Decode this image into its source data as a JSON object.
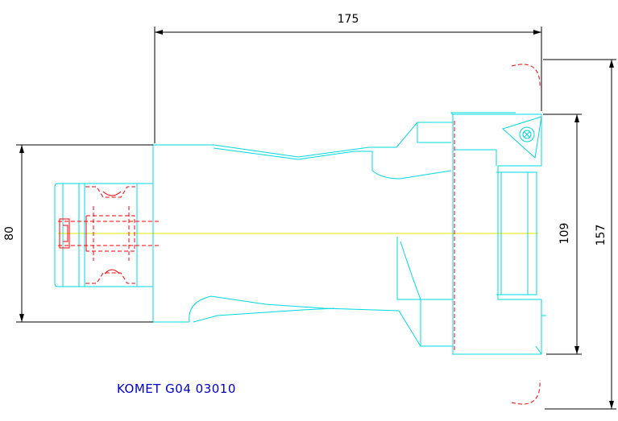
{
  "dimensions": {
    "overall_length": "175",
    "shank_diameter": "80",
    "inner_height": "109",
    "outer_diameter": "157"
  },
  "caption": "KOMET G04 03010",
  "colors": {
    "outline": "#00d8e0",
    "hidden": "#ff0000",
    "dimension": "#000000",
    "centerline": "#e6e600",
    "caption": "#0000cc"
  }
}
